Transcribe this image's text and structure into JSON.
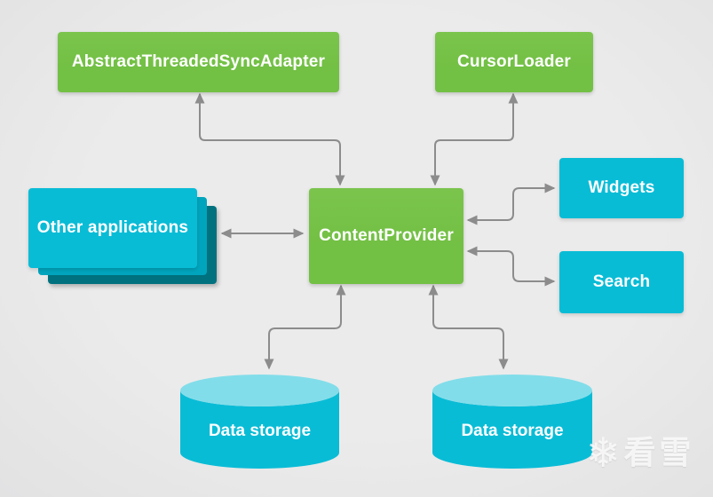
{
  "diagram": {
    "description": "Android ContentProvider architecture diagram",
    "nodes": {
      "sync_adapter": {
        "label": "AbstractThreadedSyncAdapter",
        "shape": "rect",
        "color_role": "green"
      },
      "cursor_loader": {
        "label": "CursorLoader",
        "shape": "rect",
        "color_role": "green"
      },
      "content_provider": {
        "label": "ContentProvider",
        "shape": "rect",
        "color_role": "green"
      },
      "other_applications": {
        "label": "Other applications",
        "shape": "stacked-rect",
        "color_role": "cyan"
      },
      "widgets": {
        "label": "Widgets",
        "shape": "rect",
        "color_role": "cyan"
      },
      "search": {
        "label": "Search",
        "shape": "rect",
        "color_role": "cyan"
      },
      "data_storage_left": {
        "label": "Data storage",
        "shape": "cylinder",
        "color_role": "cyan"
      },
      "data_storage_right": {
        "label": "Data storage",
        "shape": "cylinder",
        "color_role": "cyan"
      }
    },
    "edges": [
      {
        "from": "ContentProvider",
        "to": "AbstractThreadedSyncAdapter",
        "bidirectional": true,
        "route": "elbow"
      },
      {
        "from": "ContentProvider",
        "to": "CursorLoader",
        "bidirectional": true,
        "route": "elbow"
      },
      {
        "from": "Other applications",
        "to": "ContentProvider",
        "bidirectional": true,
        "route": "straight"
      },
      {
        "from": "ContentProvider",
        "to": "Widgets",
        "bidirectional": true,
        "route": "elbow"
      },
      {
        "from": "ContentProvider",
        "to": "Search",
        "bidirectional": true,
        "route": "elbow"
      },
      {
        "from": "ContentProvider",
        "to": "Data storage (left)",
        "bidirectional": true,
        "route": "elbow"
      },
      {
        "from": "ContentProvider",
        "to": "Data storage (right)",
        "bidirectional": true,
        "route": "elbow"
      }
    ]
  },
  "colors": {
    "green": "#72c044",
    "cyan": "#09bcd6",
    "cyan_light": "#82ddea",
    "cyan_mid_layer": "#00a5bd",
    "teal_dark_layer": "#00717e",
    "arrow": "#8c8c8c",
    "background": "#ebebeb",
    "text": "#ffffff"
  },
  "watermark": {
    "snowflake": "❄",
    "text": "看雪"
  }
}
